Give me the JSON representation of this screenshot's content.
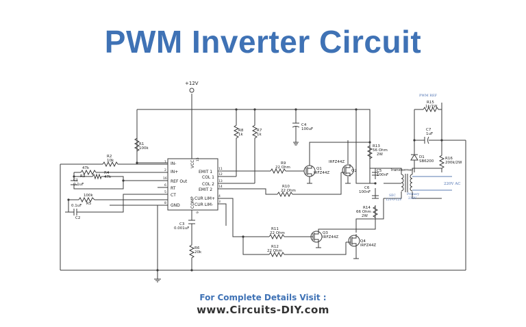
{
  "header": {
    "title": "PWM Inverter Circuit"
  },
  "footer": {
    "visit_label": "For Complete Details Visit :",
    "site": "www.Circuits-DIY.com"
  },
  "schematic": {
    "supply_label": "+12V",
    "ic": {
      "pins_left": [
        "IN-",
        "IN+",
        "REF Out",
        "RT",
        "CT",
        "GND"
      ],
      "pins_right": [
        "EMIT 1",
        "COL 1",
        "COL 2",
        "EMIT 2",
        "CUR LIM+",
        "CUR LIM-"
      ],
      "pin_nums_left": [
        "1",
        "2",
        "16",
        "6",
        "5",
        "8"
      ],
      "pin_nums_right": [
        "11",
        "12",
        "13",
        "14",
        "4",
        "3"
      ],
      "top_pin": "VCC",
      "top_pin_num": "15",
      "bottom_pin": "COMP",
      "bottom_pin_num": "9"
    },
    "components": {
      "r1": [
        "R1",
        "100k"
      ],
      "r2": [
        "R2",
        "10k"
      ],
      "r3": [
        "47k",
        "R3"
      ],
      "r4": [
        "R4",
        "47k"
      ],
      "r5": [
        "100k",
        "R5"
      ],
      "c1": [
        "C1",
        "0.1uF"
      ],
      "c2": [
        "0.1uF",
        "C2"
      ],
      "c3": [
        "C3",
        "0.001uF"
      ],
      "r6": [
        "R6",
        "20k"
      ],
      "r8": [
        "R8",
        "1k"
      ],
      "r7": [
        "R7",
        "1k"
      ],
      "c4": [
        "C4",
        "100uF"
      ],
      "r9": [
        "R9",
        "22 Ohm"
      ],
      "r10": [
        "R10",
        "22 Ohm"
      ],
      "r11": [
        "R11",
        "22 Ohm"
      ],
      "r12": [
        "R12",
        "22 Ohm"
      ],
      "q1": [
        "Q1",
        "IRFZ44Z"
      ],
      "q2": [
        "IRFZ44Z",
        "Q2"
      ],
      "q3": [
        "Q3",
        "IRFZ44Z"
      ],
      "q4": [
        "Q4",
        "IRFZ44Z"
      ],
      "r13": [
        "R13",
        "56 Ohm",
        "2W"
      ],
      "r14": [
        "R14",
        "66 Ohm",
        "2W"
      ],
      "c5": [
        "C5",
        "100nF"
      ],
      "c6": [
        "C6",
        "100nF"
      ],
      "transformer": "Transformer",
      "sec": [
        "SEC",
        "12V-0-12V"
      ],
      "primary": [
        "Primary",
        "230V"
      ],
      "pwm_ref": "PWM REF",
      "r15": [
        "R15",
        "1k/1W"
      ],
      "c7": [
        "C7",
        "1uF"
      ],
      "d1": [
        "D1",
        "SB6200"
      ],
      "r16": [
        "R16",
        "200k/2W"
      ],
      "ac_label": "220V AC"
    }
  }
}
